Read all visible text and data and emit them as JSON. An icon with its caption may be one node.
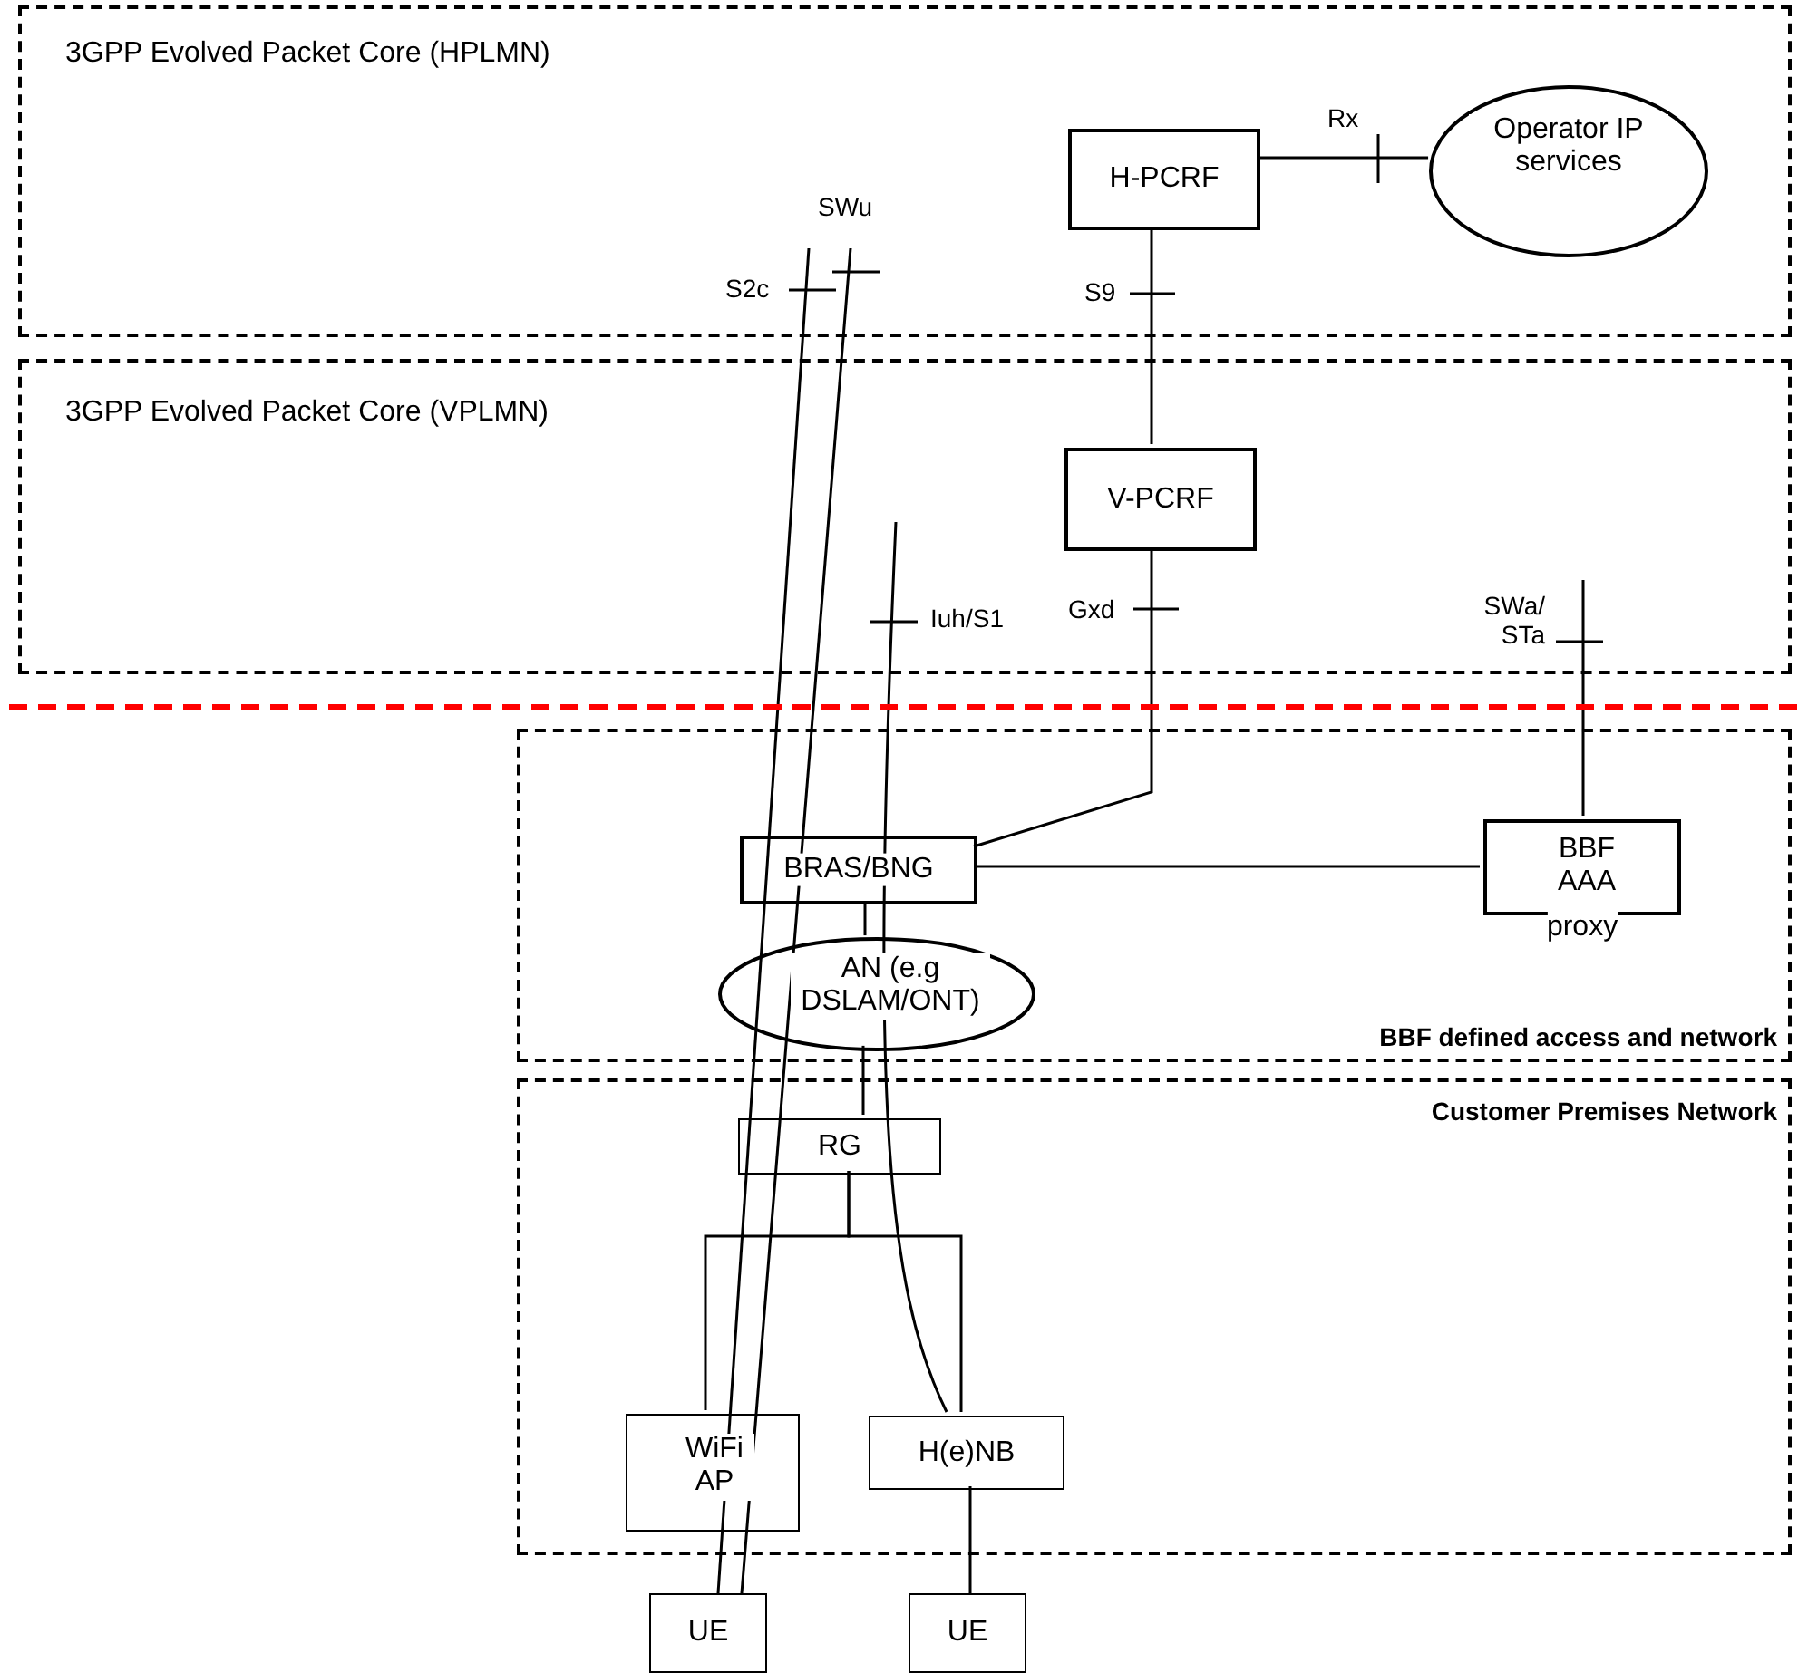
{
  "diagram": {
    "nodes": [
      {
        "text": [
          "3GPP Evolved Packet Core (HPLMN)"
        ]
      },
      {
        "text": [
          "H-PCRF"
        ],
        "in": 0
      },
      {
        "text": [
          "Operator IP services"
        ],
        "in": 0
      },
      {
        "text": [
          "3GPP Evolved Packet Core (VPLMN)"
        ]
      },
      {
        "text": [
          "V-PCRF"
        ],
        "in": 3
      },
      {
        "text": [
          "BBF defined access and network"
        ]
      },
      {
        "text": [
          "BRAS/BNG"
        ],
        "in": 5
      },
      {
        "text": [
          "BBF AAA"
        ],
        "beside": [
          "proxy"
        ],
        "in": 5
      },
      {
        "text": [
          "AN (e.g DSLAM/ONT)"
        ],
        "in": 5
      },
      {
        "text": [
          "Customer Premises Network"
        ]
      },
      {
        "text": [
          "RG"
        ],
        "in": 9
      },
      {
        "text": [
          "WiFi AP"
        ],
        "in": 9
      },
      {
        "text": [
          "H(e)NB"
        ],
        "in": 9
      },
      {
        "text": [
          "UE"
        ]
      },
      {
        "text": [
          "UE"
        ]
      }
    ],
    "edges": [
      {
        "from": 1,
        "to": 2,
        "arrow": "none",
        "label": "Rx"
      },
      {
        "from": 1,
        "to": 4,
        "arrow": "none",
        "label": "S9"
      },
      {
        "from": 4,
        "to": 6,
        "arrow": "none",
        "label": "Gxd"
      },
      {
        "from": 6,
        "to": 7,
        "arrow": "none"
      },
      {
        "from": 7,
        "to": null,
        "arrow": "none",
        "label": "SWa/ STa"
      },
      {
        "from": 6,
        "to": 8,
        "arrow": "none"
      },
      {
        "from": 8,
        "to": 10,
        "arrow": "none"
      },
      {
        "from": 10,
        "to": 11,
        "arrow": "none"
      },
      {
        "from": 10,
        "to": 12,
        "arrow": "none"
      },
      {
        "from": 12,
        "to": 14,
        "arrow": "none"
      },
      {
        "from": 13,
        "to": null,
        "arrow": "none",
        "label": "S2c"
      },
      {
        "from": 13,
        "to": null,
        "arrow": "none",
        "label": "SWu"
      },
      {
        "from": 12,
        "to": null,
        "arrow": "none",
        "label": "Iuh/S1"
      }
    ]
  }
}
